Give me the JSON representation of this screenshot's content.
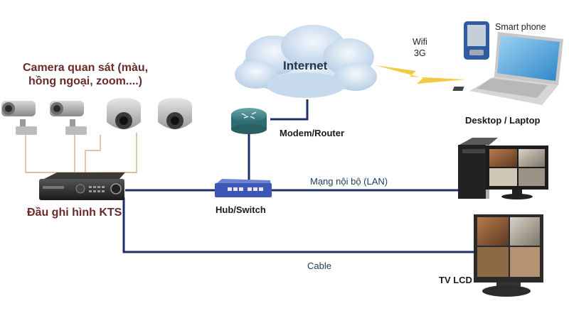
{
  "labels": {
    "cameras": [
      "Camera quan sát (màu,",
      "hồng ngoại, zoom....)"
    ],
    "dvr": "Đầu ghi hình KTS",
    "internet": "Internet",
    "router": "Modem/Router",
    "switch": "Hub/Switch",
    "lan": "Mạng nội bộ (LAN)",
    "cable": "Cable",
    "wireless": [
      "Wifi",
      "3G"
    ],
    "smartphone": "Smart phone",
    "desktop_laptop": "Desktop / Laptop",
    "tv": "TV LCD"
  },
  "colors": {
    "network_line": "#1c2f6b",
    "camera_wire": "#d9b48a",
    "wireless_bolt": "#f2c230",
    "label_maroon": "#6b2a2a",
    "switch_blue": "#3c57b5"
  },
  "devices": [
    {
      "id": "camera-bullet-1",
      "type": "bullet camera"
    },
    {
      "id": "camera-bullet-2",
      "type": "bullet camera"
    },
    {
      "id": "camera-dome-1",
      "type": "dome camera"
    },
    {
      "id": "camera-dome-2",
      "type": "dome camera"
    },
    {
      "id": "dvr",
      "type": "digital video recorder"
    },
    {
      "id": "router",
      "type": "router"
    },
    {
      "id": "switch",
      "type": "network switch"
    },
    {
      "id": "internet",
      "type": "cloud"
    },
    {
      "id": "smartphone",
      "type": "pda phone"
    },
    {
      "id": "laptop",
      "type": "laptop"
    },
    {
      "id": "desktop",
      "type": "desktop pc with monitor"
    },
    {
      "id": "tv",
      "type": "lcd monitor"
    }
  ],
  "connections": [
    {
      "from": "camera-bullet-1",
      "to": "dvr",
      "medium": "wire"
    },
    {
      "from": "camera-bullet-2",
      "to": "dvr",
      "medium": "wire"
    },
    {
      "from": "camera-dome-1",
      "to": "dvr",
      "medium": "wire"
    },
    {
      "from": "camera-dome-2",
      "to": "dvr",
      "medium": "wire"
    },
    {
      "from": "dvr",
      "to": "switch",
      "medium": "network"
    },
    {
      "from": "switch",
      "to": "router",
      "medium": "network"
    },
    {
      "from": "router",
      "to": "internet",
      "medium": "network"
    },
    {
      "from": "internet",
      "to": "laptop",
      "medium": "wireless"
    },
    {
      "from": "switch",
      "to": "desktop",
      "medium": "LAN"
    },
    {
      "from": "dvr",
      "to": "tv",
      "medium": "cable"
    }
  ]
}
